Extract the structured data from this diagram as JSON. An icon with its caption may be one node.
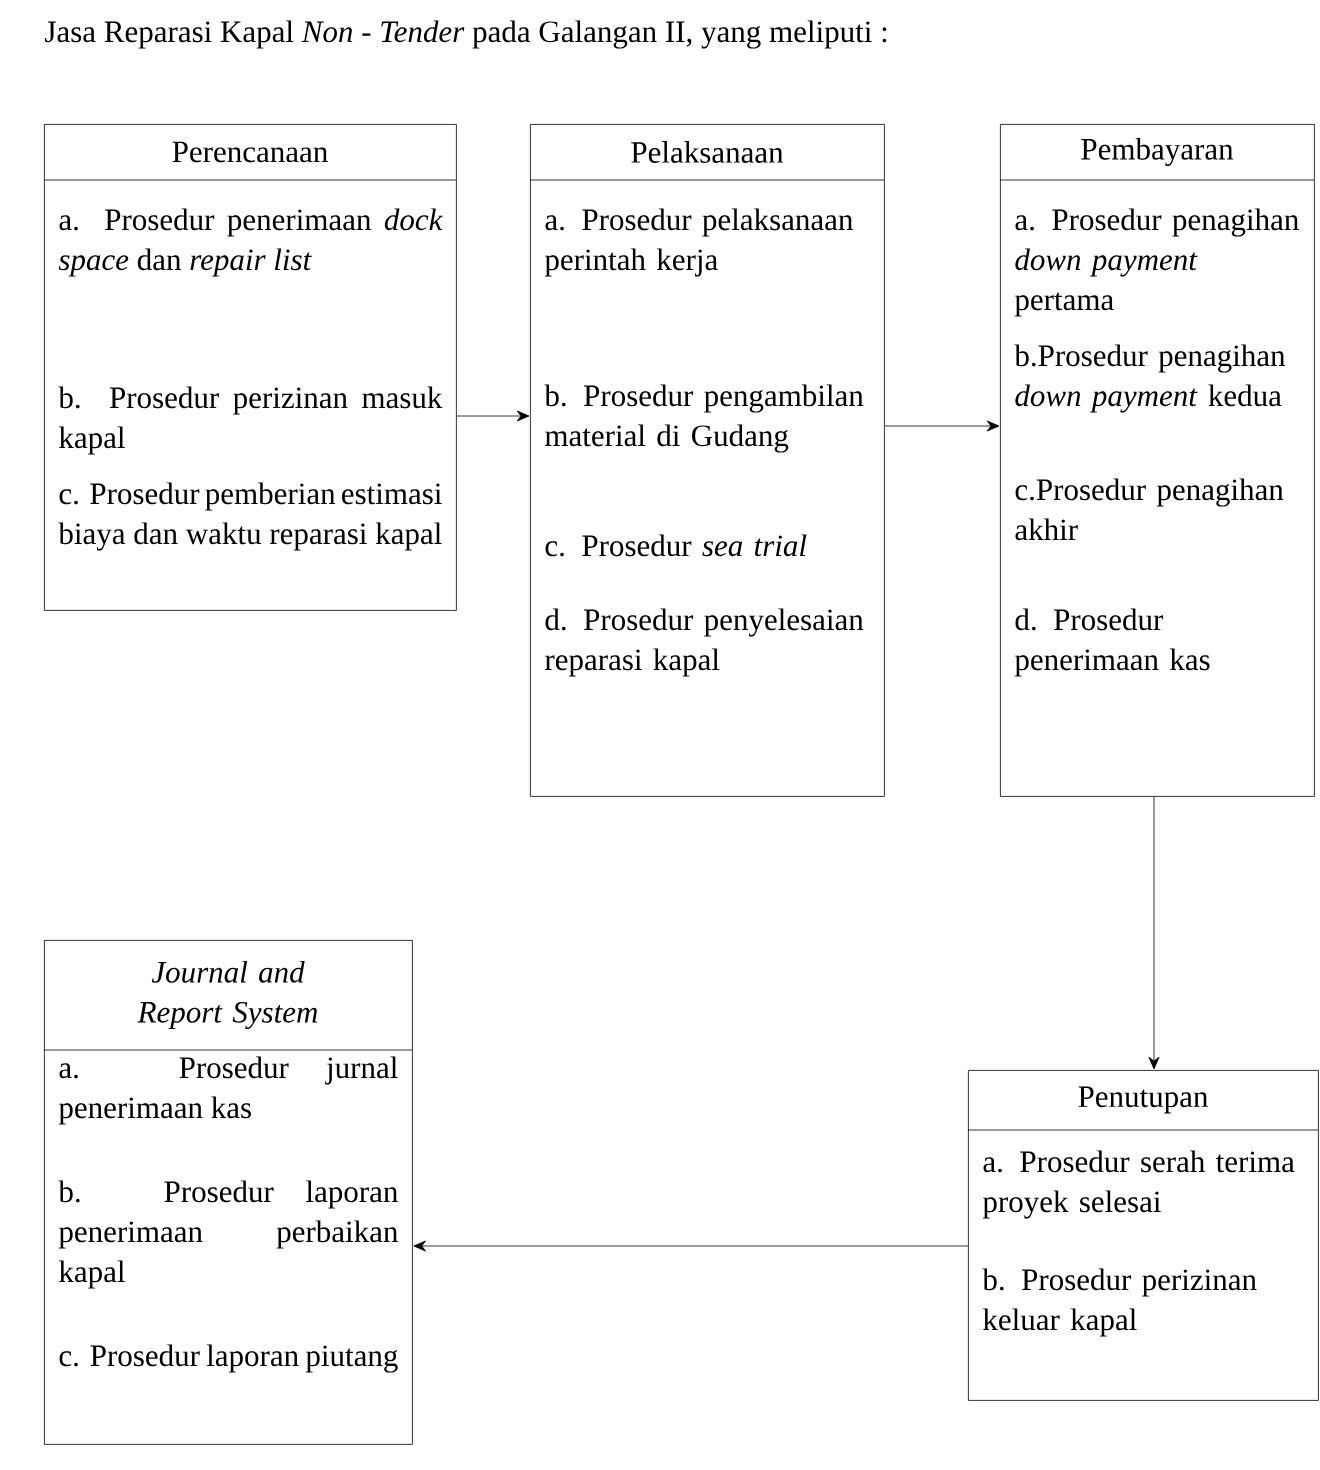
{
  "diagram": {
    "nodes": [
      {
        "text": [
          "Perencanaan",
          "a. Prosedur penerimaan *dock space* dan *repair list*",
          "b. Prosedur perizinan masuk kapal",
          "c. Prosedur pemberian estimasi biaya dan waktu reparasi kapal"
        ]
      },
      {
        "text": [
          "Pelaksanaan",
          "a. Prosedur pelaksanaan perintah kerja",
          "b. Prosedur pengambilan material di Gudang",
          "c. Prosedur *sea trial*",
          "d. Prosedur penyelesaian reparasi kapal"
        ]
      },
      {
        "text": [
          "Pembayaran",
          "a. Prosedur penagihan *down payment* pertama",
          "b.Prosedur penagihan *down payment* kedua",
          "c.Prosedur penagihan akhir",
          "d. Prosedur penerimaan kas"
        ]
      },
      {
        "text": [
          "Journal and Report System",
          "a. Prosedur jurnal penerimaan kas",
          "b. Prosedur laporan penerimaan perbaikan kapal",
          "c. Prosedur laporan piutang"
        ]
      },
      {
        "text": [
          "Penutupan",
          "a. Prosedur serah terima proyek selesai",
          "b. Prosedur perizinan keluar kapal"
        ]
      }
    ],
    "edges": [
      {
        "from": 0,
        "to": 1,
        "arrow": "to"
      },
      {
        "from": 1,
        "to": 2,
        "arrow": "to"
      },
      {
        "from": 2,
        "to": 4,
        "arrow": "to"
      },
      {
        "from": 4,
        "to": 3,
        "arrow": "to"
      }
    ],
    "labels": [
      "Jasa Reparasi Kapal *Non - Tender* pada Galangan II, yang meliputi :"
    ]
  }
}
